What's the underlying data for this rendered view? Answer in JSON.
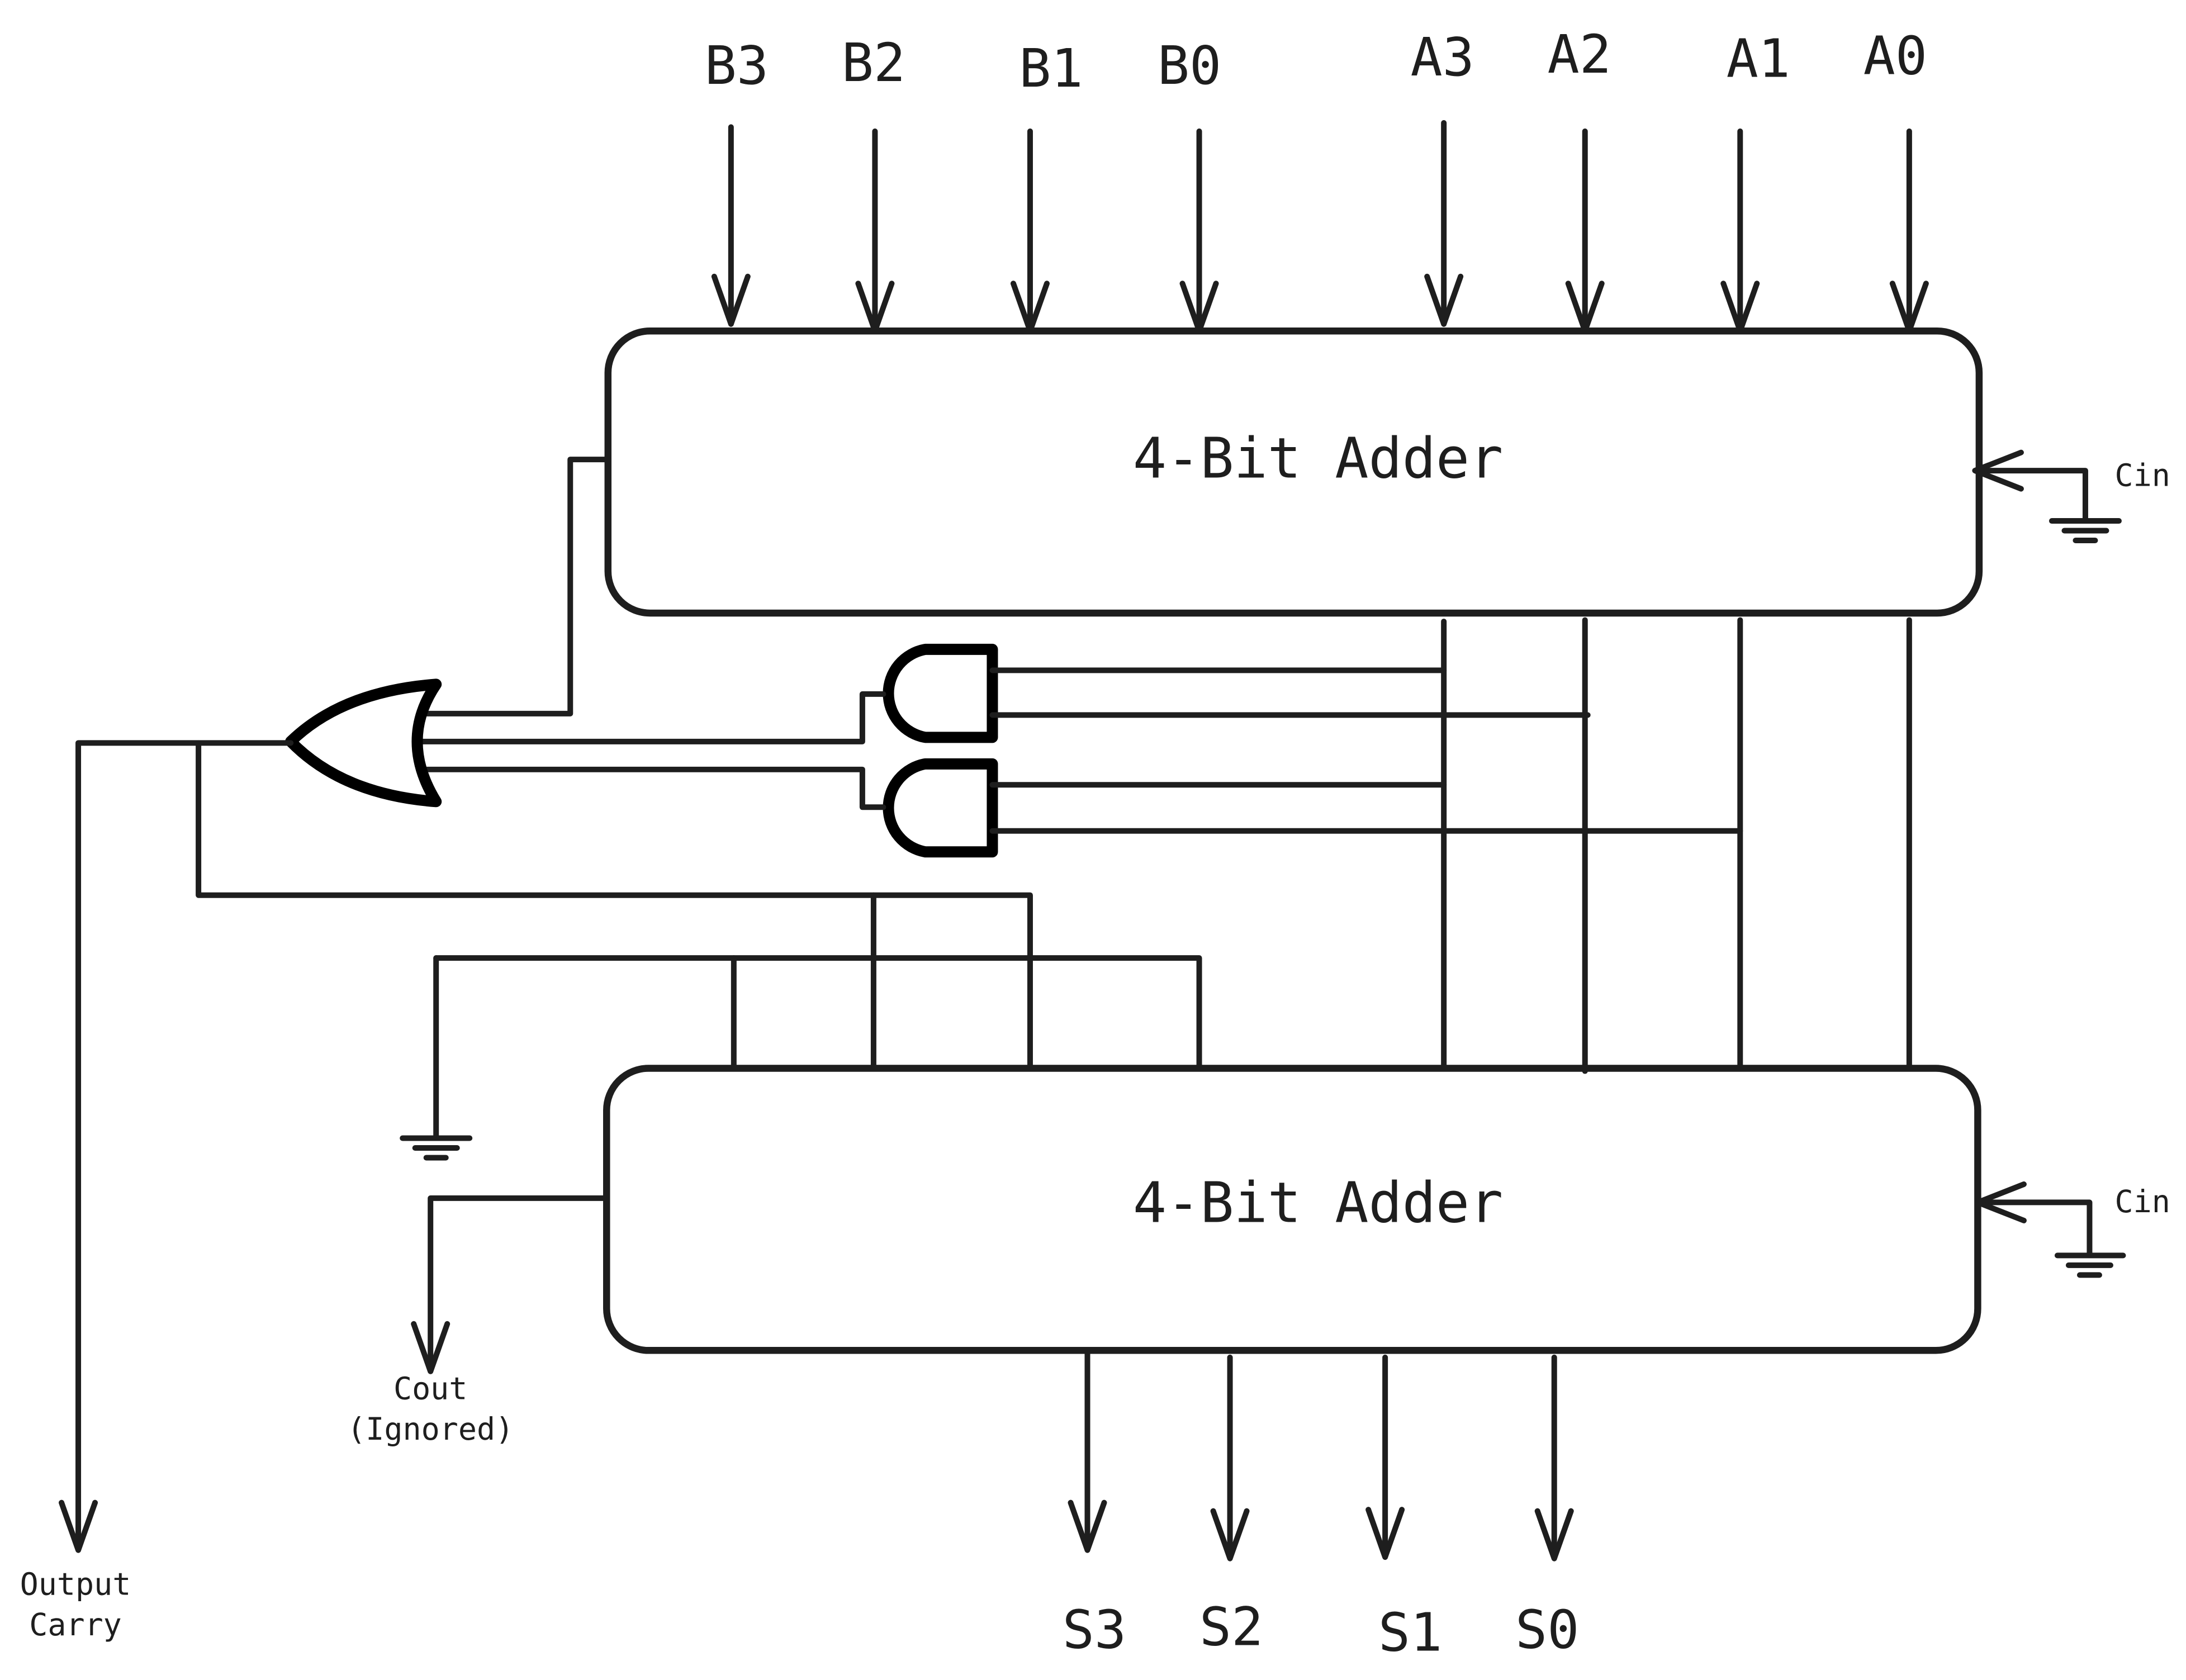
{
  "inputs_b": [
    "B3",
    "B2",
    "B1",
    "B0"
  ],
  "inputs_a": [
    "A3",
    "A2",
    "A1",
    "A0"
  ],
  "adder_top": {
    "label": "4-Bit Adder",
    "cin_label": "Cin"
  },
  "adder_bottom": {
    "label": "4-Bit Adder",
    "cin_label": "Cin"
  },
  "cout_bottom": {
    "line1": "Cout",
    "line2": "(Ignored)"
  },
  "output_carry": {
    "line1": "Output",
    "line2": "Carry"
  },
  "outputs_s": [
    "S3",
    "S2",
    "S1",
    "S0"
  ],
  "colors": {
    "stroke": "#1e1e1e",
    "text": "#1e1e1e",
    "background": "#ffffff"
  }
}
